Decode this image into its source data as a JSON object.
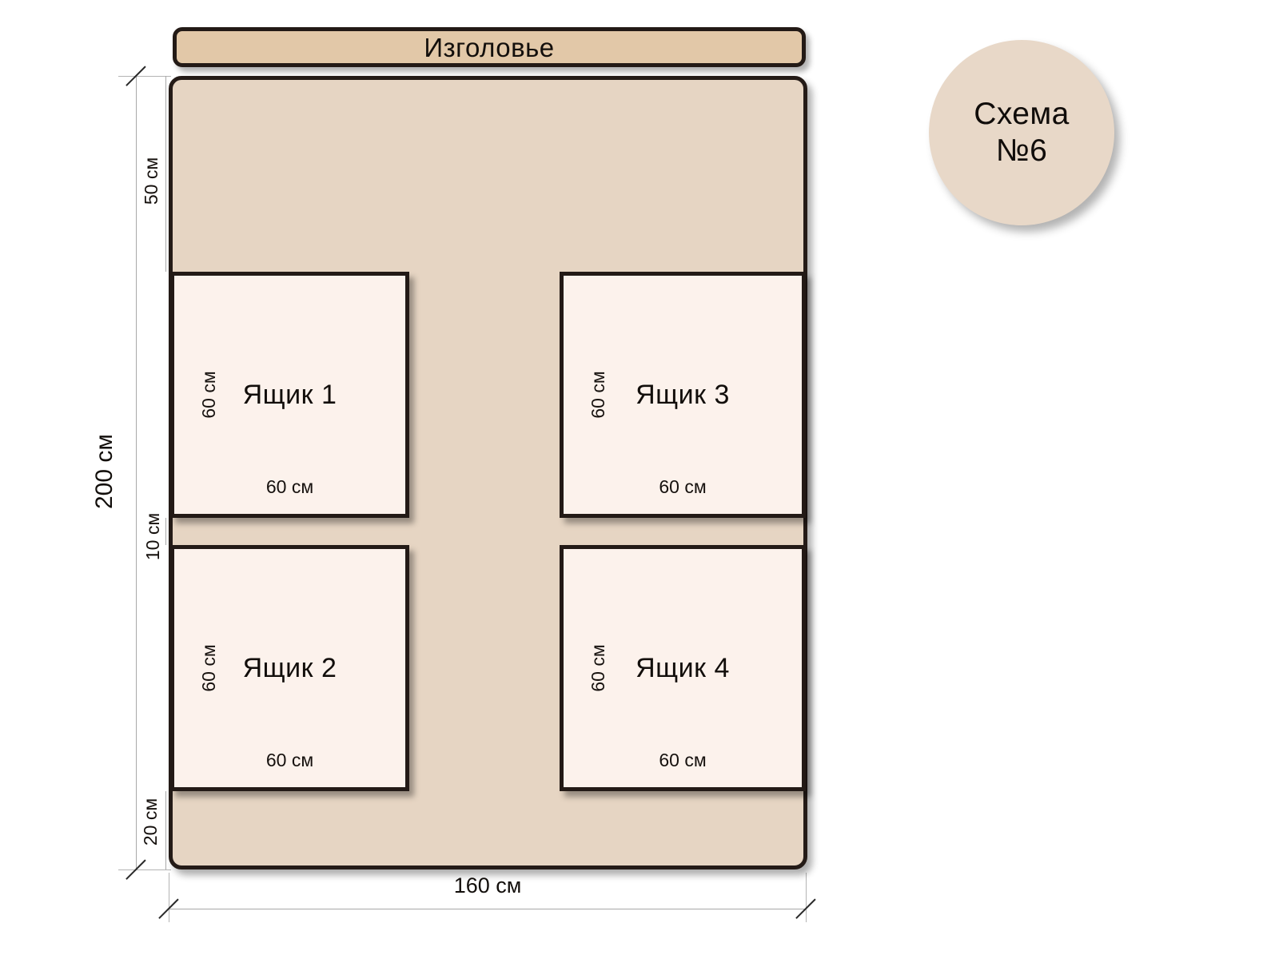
{
  "diagram": {
    "title": "Схема №6",
    "badge": {
      "line1": "Схема",
      "line2": "№6"
    },
    "headboard": {
      "label": "Изголовье"
    },
    "bed": {
      "width_label": "160 см",
      "height_label": "200 см"
    },
    "vertical_segments": [
      {
        "name": "top-gap",
        "label": "50 см"
      },
      {
        "name": "drawer-row-1",
        "label": "60 см"
      },
      {
        "name": "middle-gap",
        "label": "10 см"
      },
      {
        "name": "drawer-row-2",
        "label": "60 см"
      },
      {
        "name": "bottom-gap",
        "label": "20 см"
      }
    ],
    "drawers": [
      {
        "id": 1,
        "title": "Ящик 1",
        "width_label": "60 см",
        "height_label": "60 см"
      },
      {
        "id": 2,
        "title": "Ящик 2",
        "width_label": "60 см",
        "height_label": "60 см"
      },
      {
        "id": 3,
        "title": "Ящик 3",
        "width_label": "60 см",
        "height_label": "60 см"
      },
      {
        "id": 4,
        "title": "Ящик 4",
        "width_label": "60 см",
        "height_label": "60 см"
      }
    ],
    "colors": {
      "bed_fill": "#e6d5c3",
      "headboard_fill": "#e2c8a8",
      "drawer_fill": "#fcf2ec",
      "outline": "#231a16",
      "badge_fill": "#e8d8c8",
      "background": "#ffffff"
    }
  }
}
